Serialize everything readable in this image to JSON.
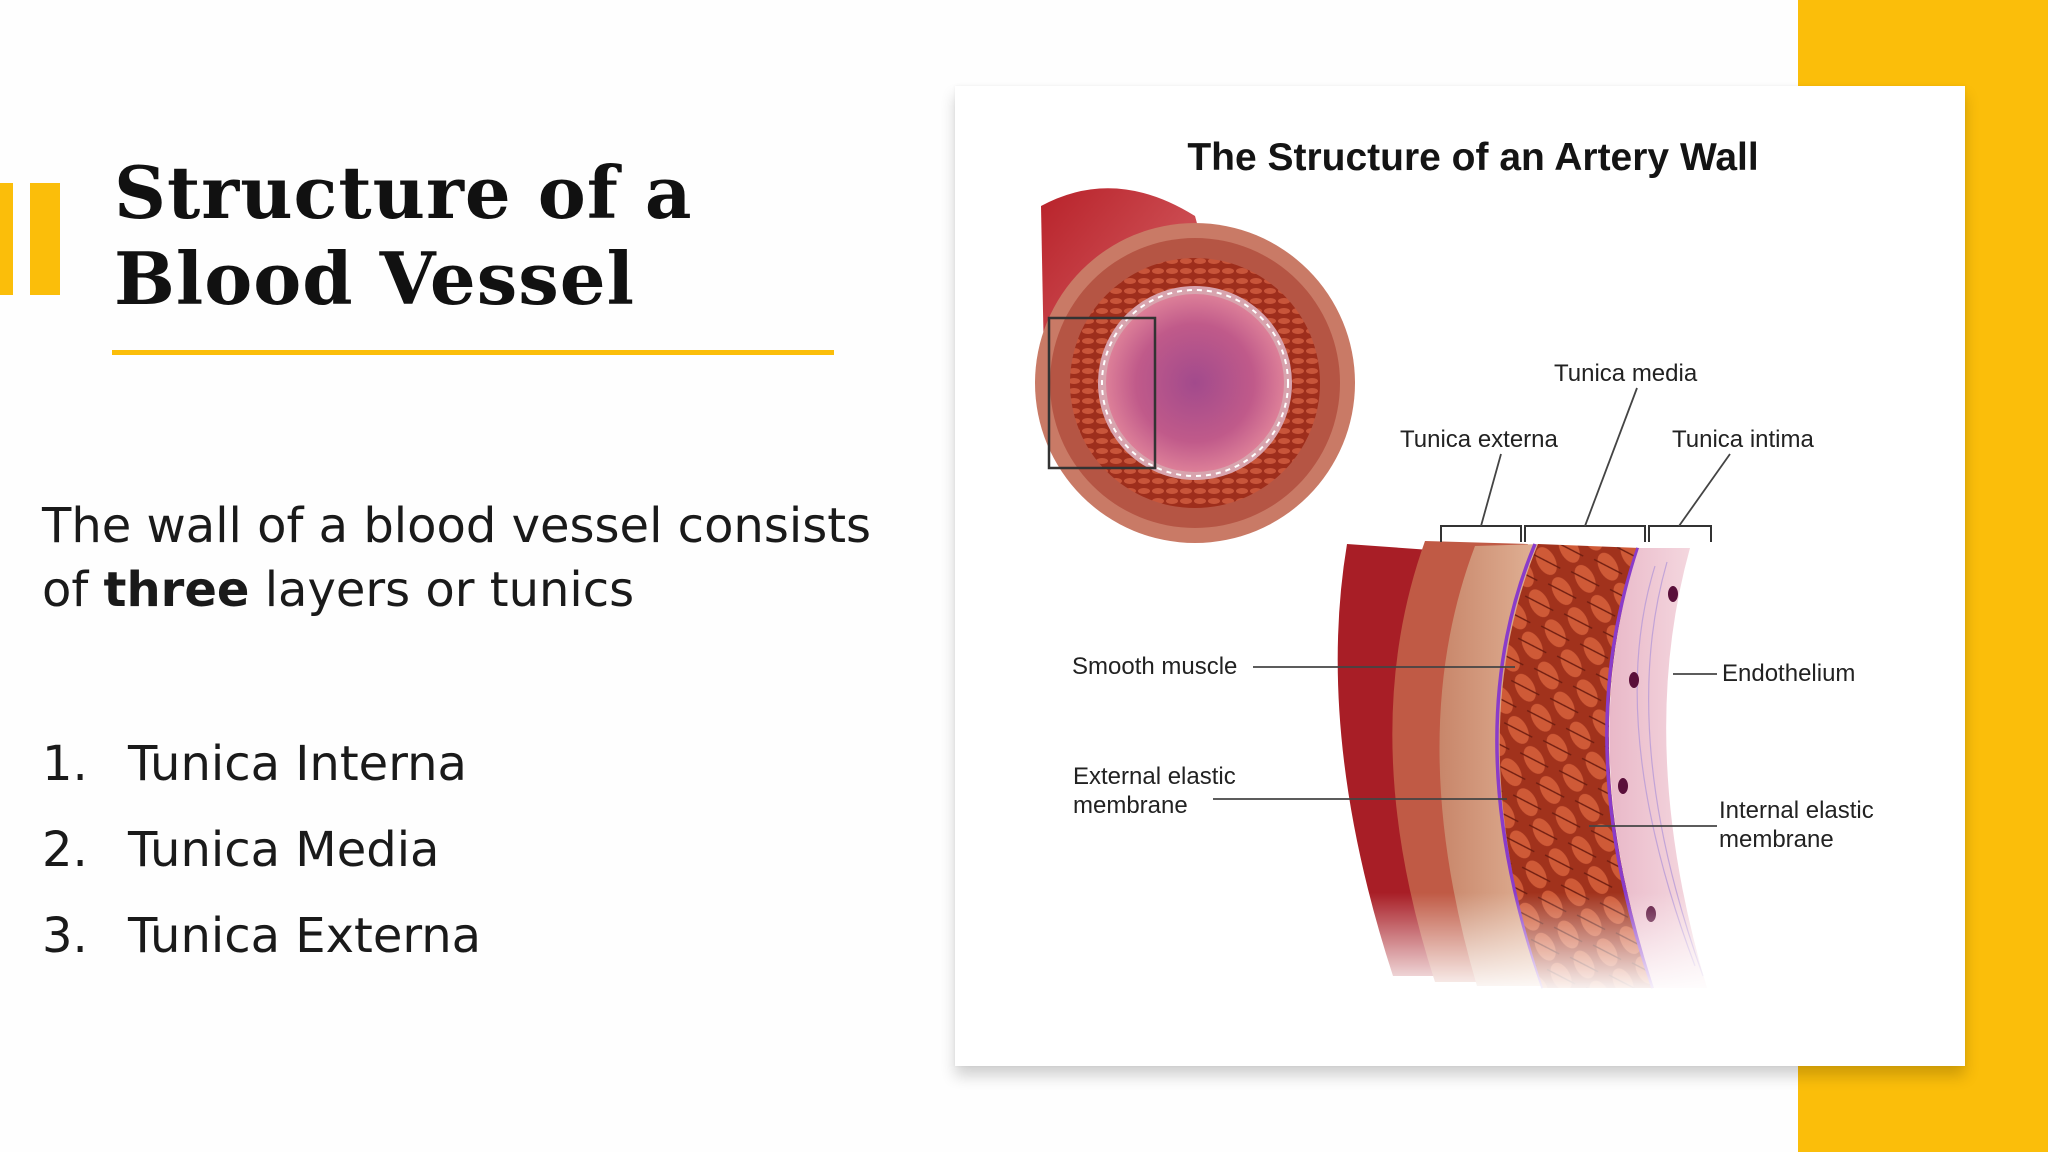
{
  "slide": {
    "title_line1": "Structure of a",
    "title_line2": "Blood Vessel",
    "intro_part1": "The wall of a blood vessel consists of ",
    "intro_bold": "three",
    "intro_part2": " layers or tunics",
    "list": [
      {
        "num": "1.",
        "text": "Tunica Interna"
      },
      {
        "num": "2.",
        "text": "Tunica Media"
      },
      {
        "num": "3.",
        "text": "Tunica Externa"
      }
    ]
  },
  "figure": {
    "title": "The Structure of an Artery Wall",
    "labels": {
      "tunica_media": "Tunica media",
      "tunica_externa": "Tunica externa",
      "tunica_intima": "Tunica intima",
      "smooth_muscle": "Smooth muscle",
      "endothelium": "Endothelium",
      "external_elastic_1": "External elastic",
      "external_elastic_2": "membrane",
      "internal_elastic_1": "Internal elastic",
      "internal_elastic_2": "membrane"
    }
  },
  "colors": {
    "accent": "#fbbe0a",
    "title_text": "#111111",
    "body_text": "#1a1a1a"
  }
}
